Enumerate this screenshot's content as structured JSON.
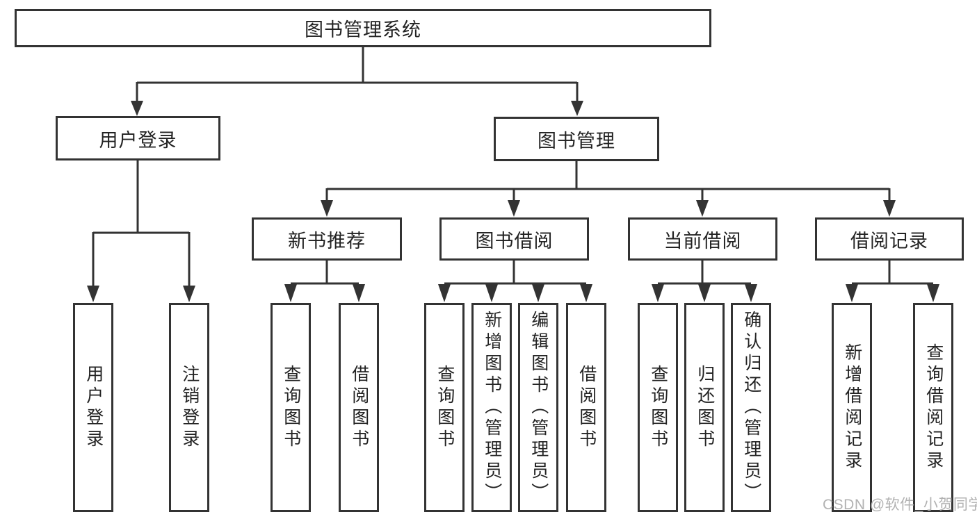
{
  "tree": {
    "root": {
      "label": "图书管理系统"
    },
    "level2": [
      {
        "label": "用户登录"
      },
      {
        "label": "图书管理"
      }
    ],
    "level3": [
      {
        "label": "新书推荐"
      },
      {
        "label": "图书借阅"
      },
      {
        "label": "当前借阅"
      },
      {
        "label": "借阅记录"
      }
    ],
    "leaves": {
      "login": [
        "用户登录",
        "注销登录"
      ],
      "newbooks": [
        "查询图书",
        "借阅图书"
      ],
      "borrow": [
        "查询图书",
        "新增图书（管理员）",
        "编辑图书（管理员）",
        "借阅图书"
      ],
      "current": [
        "查询图书",
        "归还图书",
        "确认归还（管理员）"
      ],
      "records": [
        "新增借阅记录",
        "查询借阅记录"
      ]
    }
  },
  "colors": {
    "line": "#333333",
    "text": "#222222",
    "watermark": "#b2b2b2",
    "background": "#ffffff"
  },
  "watermark": "CSDN @软件_小贺同学"
}
